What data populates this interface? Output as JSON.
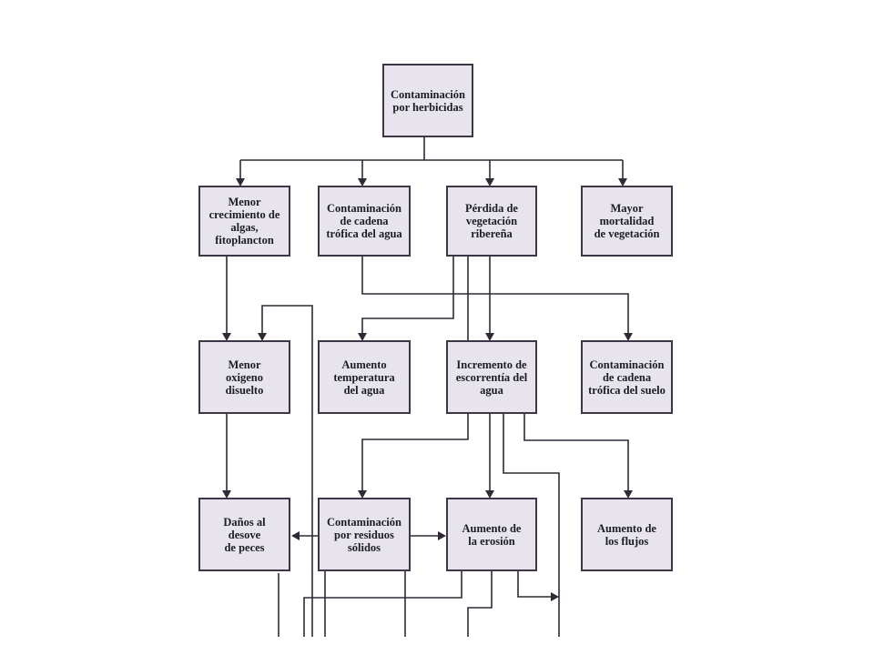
{
  "diagram": {
    "nodes": {
      "herbicidas": "Contaminación\npor herbicidas",
      "menor_crecimiento": "Menor\ncrecimiento de\nalgas,\nfitoplancton",
      "contaminacion_agua": "Contaminación\nde cadena\ntrófica del agua",
      "perdida_vegetacion": "Pérdida de\nvegetación\nribereña",
      "mayor_mortalidad": "Mayor\nmortalidad\nde vegetación",
      "menor_oxigeno": "Menor\noxigeno\ndisuelto",
      "aumento_temperatura": "Aumento\ntemperatura\ndel agua",
      "incremento_escorrentia": "Incremento de\nescorrentía del\nagua",
      "contaminacion_suelo": "Contaminación\nde cadena\ntrófica del suelo",
      "danos_desove": "Daños al\ndesove\nde peces",
      "residuos_solidos": "Contaminación\npor residuos\nsólidos",
      "aumento_erosion": "Aumento de\nla erosión",
      "aumento_flujos": "Aumento de\nlos flujos"
    }
  }
}
